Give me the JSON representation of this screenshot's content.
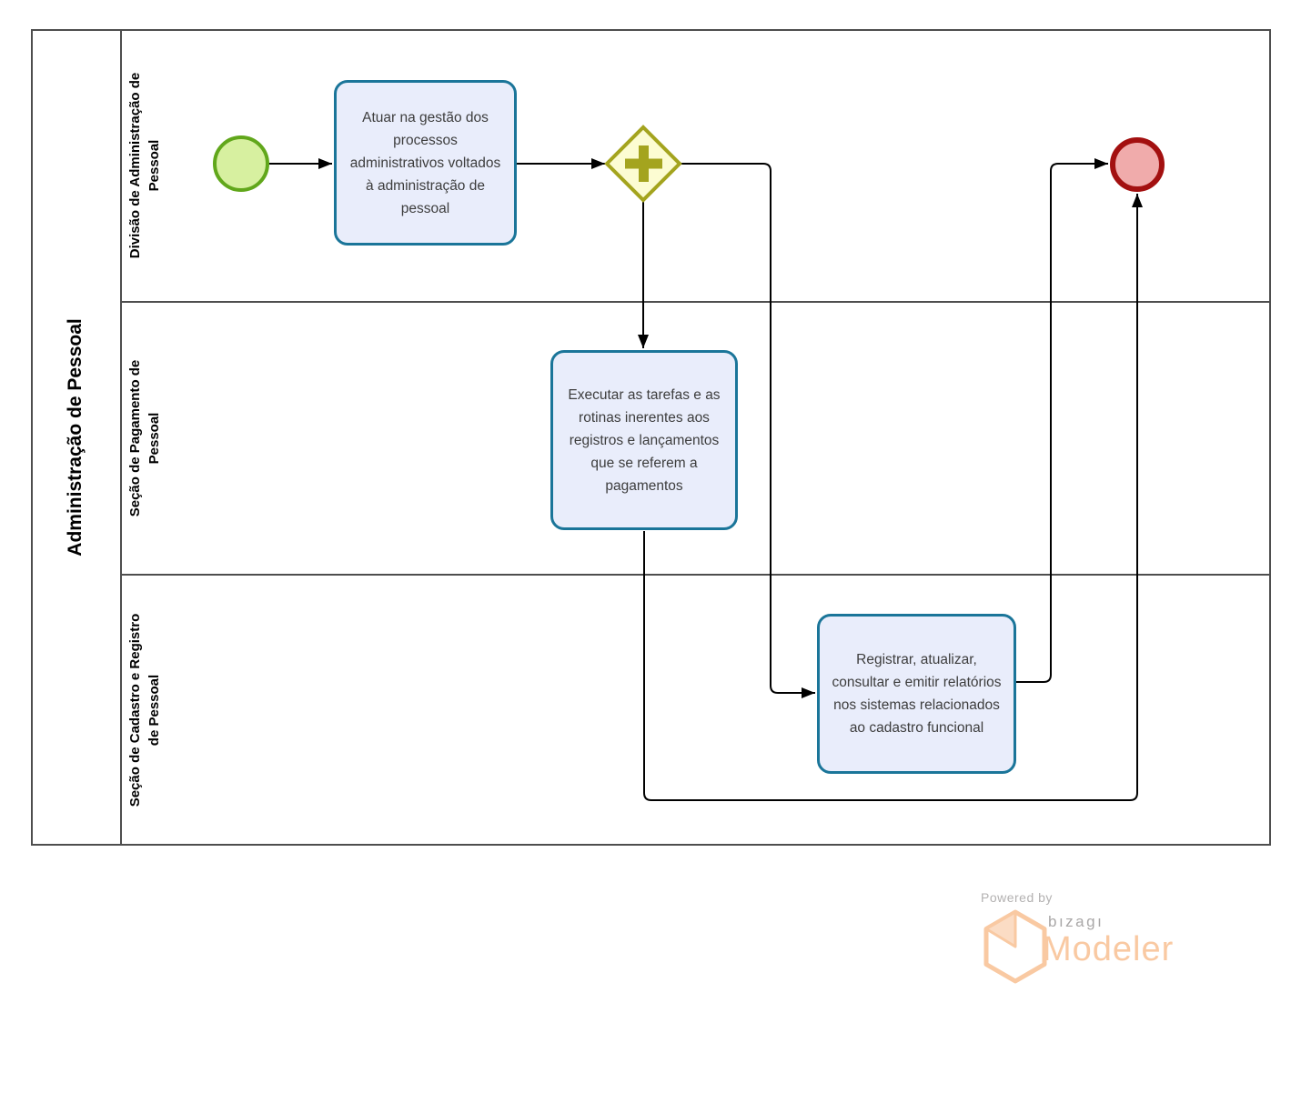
{
  "pool": {
    "title": "Administração de Pessoal",
    "lanes": [
      {
        "label_line1": "Divisão de Administração de",
        "label_line2": "Pessoal"
      },
      {
        "label_line1": "Seção de Pagamento de",
        "label_line2": "Pessoal"
      },
      {
        "label_line1": "Seção de Cadastro e Registro",
        "label_line2": "de Pessoal"
      }
    ]
  },
  "nodes": {
    "task1": {
      "label": "Atuar na gestão dos processos administrativos voltados à administração de pessoal"
    },
    "task2": {
      "label": "Executar as tarefas e as rotinas inerentes aos registros e lançamentos  que se referem a pagamentos"
    },
    "task3": {
      "label": "Registrar, atualizar, consultar e emitir relatórios nos sistemas relacionados ao cadastro funcional"
    }
  },
  "footer": {
    "powered_by": "Powered by",
    "brand": "bızagı",
    "product": "Modeler"
  },
  "colors": {
    "start_fill": "#d7f0a0",
    "start_stroke": "#61a71b",
    "end_fill": "#f0abab",
    "end_stroke": "#a31010",
    "gateway_fill": "#fcfcd2",
    "gateway_stroke": "#a4a41e",
    "task_fill": "#e9edfb",
    "task_stroke": "#1a7599",
    "flow": "#000000",
    "pool_border": "#4e4e4e",
    "brand_orange": "#f9c9a2"
  }
}
